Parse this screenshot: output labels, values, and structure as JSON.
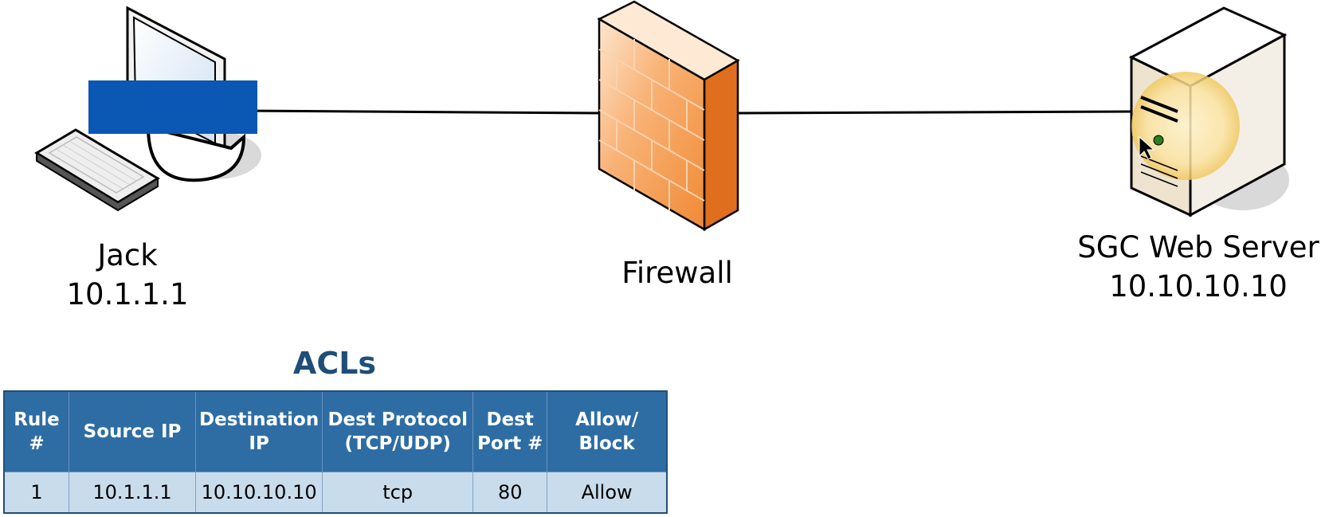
{
  "nodes": {
    "client": {
      "name": "Jack",
      "ip": "10.1.1.1"
    },
    "firewall": {
      "name": "Firewall"
    },
    "server": {
      "name": "SGC Web Server",
      "ip": "10.10.10.10"
    }
  },
  "acl": {
    "title": "ACLs",
    "headers": [
      [
        "Rule",
        "#"
      ],
      [
        "Source IP"
      ],
      [
        "Destination",
        "IP"
      ],
      [
        "Dest Protocol",
        "(TCP/UDP)"
      ],
      [
        "Dest",
        "Port #"
      ],
      [
        "Allow/",
        "Block"
      ]
    ],
    "rows": [
      [
        "1",
        "10.1.1.1",
        "10.10.10.10",
        "tcp",
        "80",
        "Allow"
      ]
    ]
  },
  "colors": {
    "table_header": "#2e6da4",
    "table_row": "#c9dcec",
    "title": "#1f4e79",
    "redaction_box": "#0a57b4",
    "firewall": "#f58a33"
  },
  "icons": [
    "desktop-computer-icon",
    "keyboard-icon",
    "firewall-brick-icon",
    "server-tower-icon",
    "mouse-cursor-icon"
  ]
}
